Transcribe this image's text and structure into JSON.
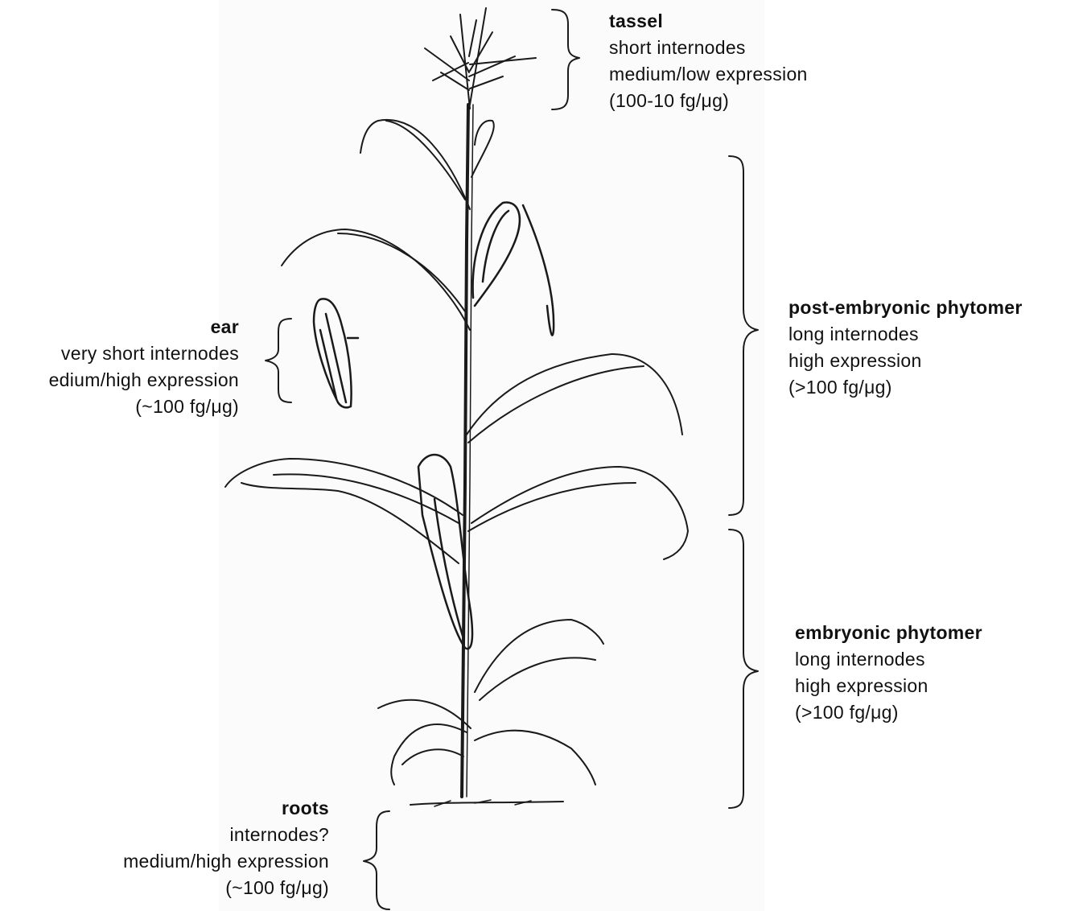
{
  "labels": {
    "tassel": {
      "title": "tassel",
      "line1": "short internodes",
      "line2": "medium/low expression",
      "line3": "(100-10 fg/μg)"
    },
    "post_embryonic": {
      "title": "post-embryonic phytomer",
      "line1": "long internodes",
      "line2": "high expression",
      "line3": "(>100 fg/μg)"
    },
    "embryonic": {
      "title": "embryonic phytomer",
      "line1": "long internodes",
      "line2": "high expression",
      "line3": "(>100 fg/μg)"
    },
    "ear": {
      "title": "ear",
      "line1": "very short internodes",
      "line2": "edium/high expression",
      "line3": "(~100 fg/μg)"
    },
    "roots": {
      "title": "roots",
      "line1": "internodes?",
      "line2": "medium/high expression",
      "line3": "(~100 fg/μg)"
    }
  }
}
